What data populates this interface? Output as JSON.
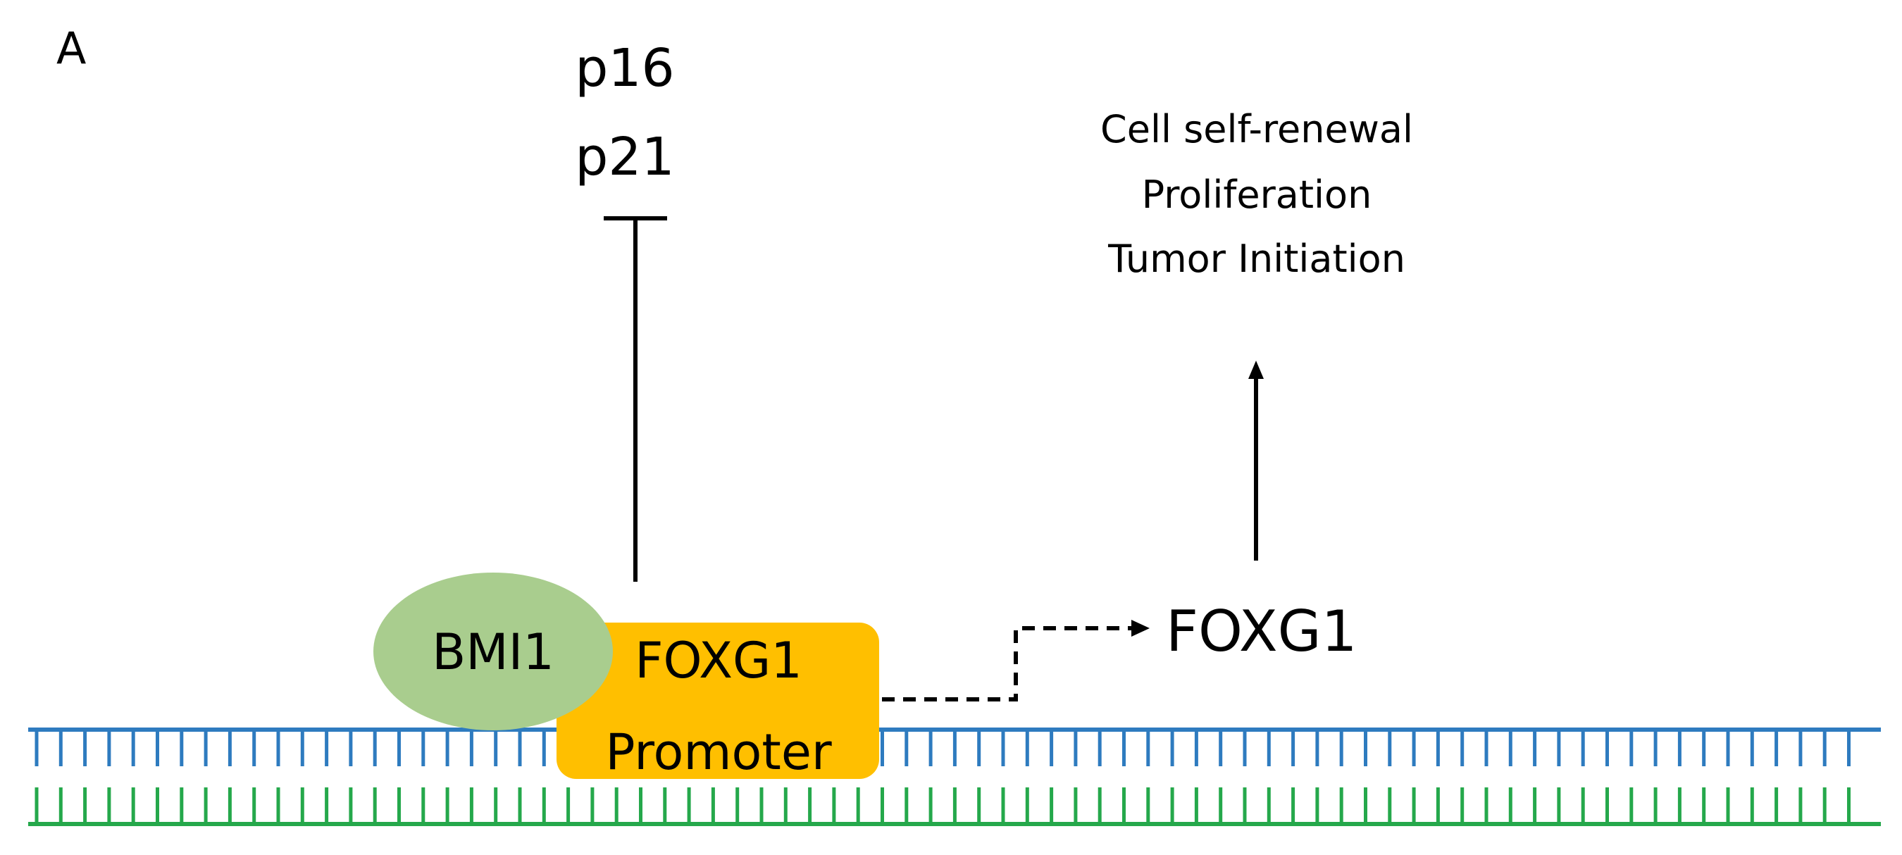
{
  "panel_label": "A",
  "inhibited_targets": [
    "p16",
    "p21"
  ],
  "outcomes": [
    "Cell self-renewal",
    "Proliferation",
    "Tumor Initiation"
  ],
  "bmi1_label": "BMI1",
  "promoter_label": [
    "FOXG1",
    "Promoter"
  ],
  "gene_product_label": "FOXG1",
  "colors": {
    "bmi1": "#a9cd8e",
    "promoter": "#ffbf00",
    "dna_top_strand": "#2e7bbf",
    "dna_bottom_strand": "#25a84b",
    "line": "#000000"
  }
}
